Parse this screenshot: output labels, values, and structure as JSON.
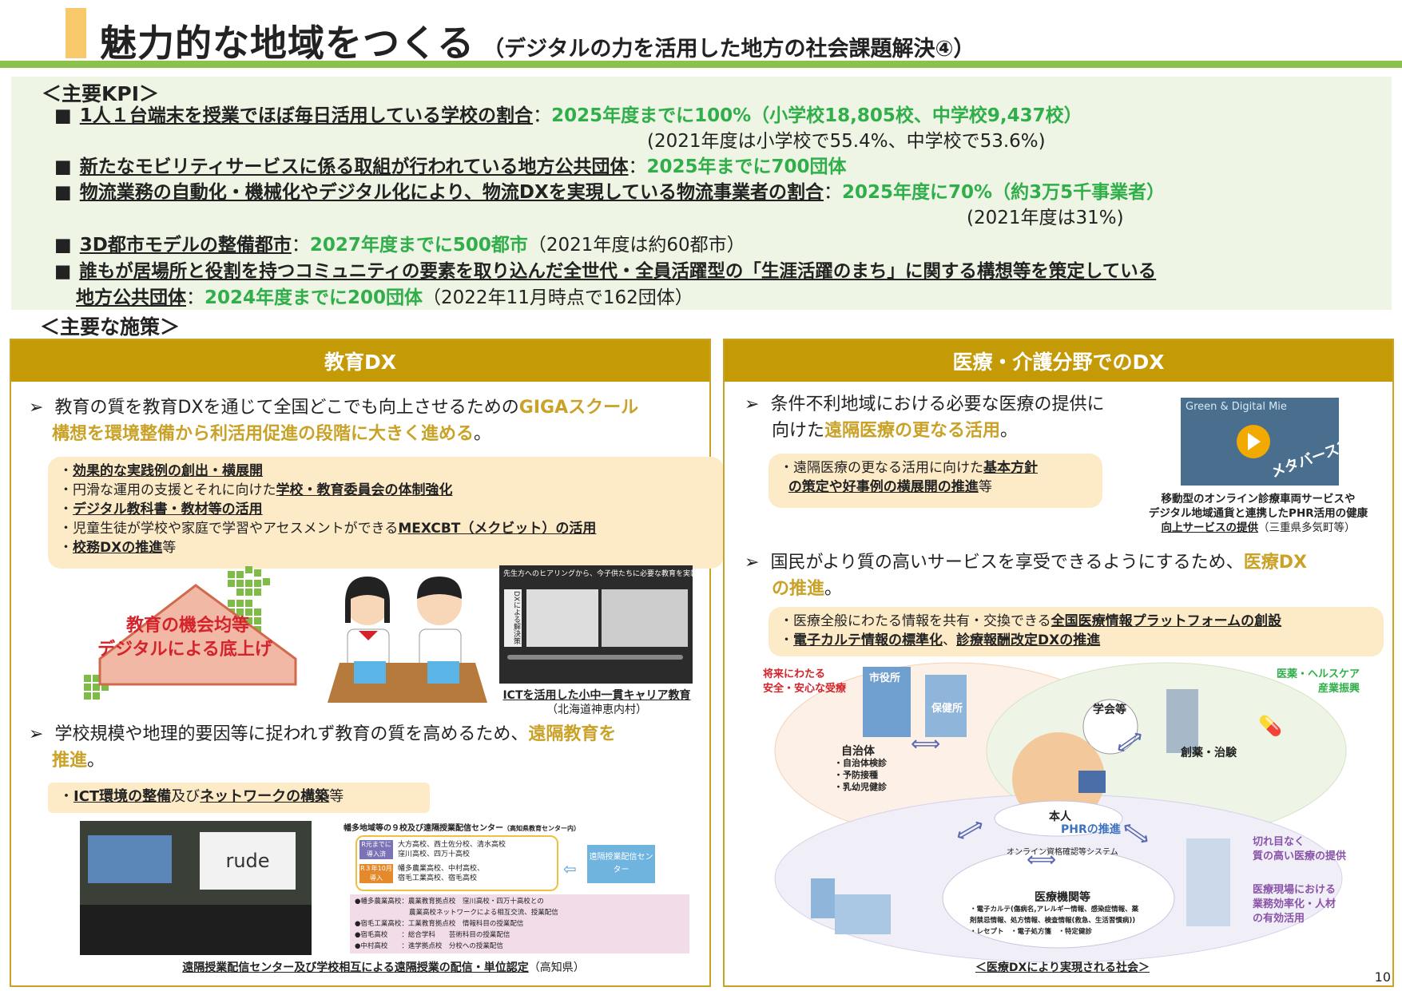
{
  "header": {
    "title": "魅力的な地域をつくる",
    "subtitle": "（デジタルの力を活用した地方の社会課題解決④）"
  },
  "kpi": {
    "heading": "＜主要KPI＞",
    "items": [
      {
        "label": "1人１台端末を授業でほぼ毎日活用している学校の割合",
        "sep": "：",
        "target": "2025年度までに100%（小学校18,805校、中学校9,437校）",
        "note": "(2021年度は小学校で55.4%、中学校で53.6%)"
      },
      {
        "label": "新たなモビリティサービスに係る取組が行われている地方公共団体",
        "sep": "：",
        "target": "2025年までに700団体"
      },
      {
        "label": "物流業務の自動化・機械化やデジタル化により、物流DXを実現している物流事業者の割合",
        "sep": "：",
        "target": "2025年度に70%（約3万5千事業者）",
        "note": "(2021年度は31%)"
      },
      {
        "label": "3D都市モデルの整備都市",
        "sep": "：",
        "target": "2027年度までに500都市",
        "note": "（2021年度は約60都市）"
      },
      {
        "label": "誰もが居場所と役割を持つコミュニティの要素を取り込んだ全世代・全員活躍型の「生涯活躍のまち」に関する構想等を策定している",
        "label2": "地方公共団体",
        "sep": "：",
        "target": "2024年度までに200団体",
        "note": "（2022年11月時点で162団体）"
      }
    ],
    "bullet_glyph": "■"
  },
  "measures_heading": "＜主要な施策＞",
  "edu": {
    "title": "教育DX",
    "b1_pre": "教育の質を教育DXを通じて全国どこでも向上させるための",
    "b1_hl": "GIGAスクール",
    "b1_hl2": "構想を環境整備から利活用促進の段階に大きく進める",
    "b1_end": "。",
    "list": [
      {
        "pre": "・",
        "bold": "効果的な実践例の創出・横展開",
        "post": ""
      },
      {
        "pre": "・円滑な運用の支援とそれに向けた",
        "bold": "学校・教育委員会の体制強化",
        "post": ""
      },
      {
        "pre": "・",
        "bold": "デジタル教科書・教材等の活用",
        "post": ""
      },
      {
        "pre": "・児童生徒が学校や家庭で学習やアセスメントができる",
        "bold": "MEXCBT（メクビット）の活用",
        "post": ""
      },
      {
        "pre": "・",
        "bold": "校務DXの推進",
        "post": "等"
      }
    ],
    "house_text1": "教育の機会均等",
    "house_text2": "デジタルによる底上げ",
    "career_caption": "ICTを活用した小中一貫キャリア教育",
    "career_sub": "（北海道神恵内村）",
    "career_img_title": "先生方へのヒアリングから、今子供たちに必要な教育を実装",
    "career_img_left": "DXによる解決策",
    "b2_pre": "学校規模や地理的要因等に捉われず教育の質を高めるため、",
    "b2_hl": "遠隔教育を",
    "b2_hl2": "推進",
    "b2_end": "。",
    "list2_pre": "・",
    "list2_b1": "ICT環境の整備",
    "list2_mid": "及び",
    "list2_b2": "ネットワークの構築",
    "list2_post": "等",
    "screen_text": "rude",
    "remote_title": "幡多地域等の９校及び遠隔授業配信センター",
    "remote_title_sub": "（高知県教育センター内）",
    "remote_tag1": "R元までに導入済",
    "remote_schools1": "大方高校、西土佐分校、清水高校\n窪川高校、四万十高校",
    "remote_tag2": "R３年10月導入",
    "remote_schools2": "幡多農業高校、中村高校、\n宿毛工業高校、宿毛高校",
    "remote_center": "遠隔授業配信センター",
    "remote_rows": [
      "●幡多農業高校：農業教育拠点校　窪川高校・四万十高校との",
      "　　　　　　　　農業高校ネットワークによる相互交流、授業配信",
      "●宿毛工業高校：工業教育拠点校　情報科目の授業配信",
      "●宿毛高校　　：総合学科　　芸術科目の授業配信",
      "●中村高校　　：進学拠点校　分校への授業配信"
    ],
    "bottom_caption": "遠隔授業配信センター及び学校相互による遠隔授業の配信・単位認定",
    "bottom_caption_sub": "（高知県）"
  },
  "med": {
    "title": "医療・介護分野でのDX",
    "b1_l1": "条件不利地域における必要な医療の提供に",
    "b1_l2_pre": "向けた",
    "b1_hl": "遠隔医療の更なる活用",
    "b1_end": "。",
    "list1_pre": "・遠隔医療の更なる活用に向けた",
    "list1_bold": "基本方針",
    "list1_bold2": "の策定や好事例の横展開の推進",
    "list1_post": "等",
    "photo_text": "Green & Digital Mie",
    "photo_text2": "メタバース？",
    "photo_cap1": "移動型のオンライン診療車両サービスや",
    "photo_cap2": "デジタル地域通貨と連携したPHR活用の健康",
    "photo_cap3": "向上サービスの提供",
    "photo_cap3_sub": "（三重県多気町等）",
    "b2_pre": "国民がより質の高いサービスを享受できるようにするため、",
    "b2_hl": "医療DX",
    "b2_hl2": "の推進",
    "b2_end": "。",
    "list2": [
      {
        "pre": "・医療全般にわたる情報を共有・交換できる",
        "bold": "全国医療情報プラットフォームの創設",
        "post": ""
      },
      {
        "pre": "・",
        "bold": "電子カルテ情報の標準化",
        "mid": "、",
        "bold2": "診療報酬改定DXの推進",
        "post": ""
      }
    ],
    "diagram": {
      "tl": "将来にわたる\n安全・安心な受療",
      "tr": "医薬・ヘルスケア\n産業振興",
      "city": "市役所",
      "health": "保健所",
      "jichitai": "自治体",
      "jichitai_items": "・自治体検診\n・予防接種\n・乳幼児健診",
      "gakkai": "学会等",
      "souyaku": "創薬・治験",
      "honnin": "本人",
      "phr": "PHRの推進",
      "online": "オンライン資格確認等システム",
      "kikan": "医療機関等",
      "kikan_items": "・電子カルテ(傷病名,アレルギー情報、感染症情報、薬\n剤禁忌情報、処方情報、検査情報(救急、生活習慣病))\n・レセプト　・電子処方箋　・特定健診",
      "br1": "切れ目なく\n質の高い医療の提供",
      "br2": "医療現場における\n業務効率化・人材\nの有効活用",
      "caption": "＜医療DXにより実現される社会＞"
    }
  },
  "page_number": "10",
  "colors": {
    "green": "#2fae4a",
    "gold": "#c49a06",
    "cream": "#fdebc8",
    "kpi_bg": "#eef5e4"
  }
}
